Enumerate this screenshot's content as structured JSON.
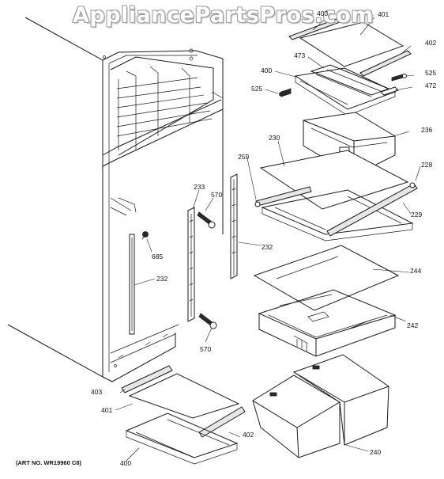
{
  "watermark": "AppliancePartsPros.com",
  "art_number": "(ART NO. WR19960 C8)",
  "callouts": {
    "c403_top": "403",
    "c401_top": "401",
    "c402_top": "402",
    "c525_right": "525",
    "c472": "472",
    "c400_top": "400",
    "c473": "473",
    "c525_left": "525",
    "c236": "236",
    "c230": "230",
    "c228": "228",
    "c259": "259",
    "c229": "229",
    "c233": "233",
    "c570_top": "570",
    "c232_right": "232",
    "c685": "685",
    "c232_left": "232",
    "c244": "244",
    "c242": "242",
    "c570_bottom": "570",
    "c403_bottom": "403",
    "c401_bottom": "401",
    "c402_bottom": "402",
    "c400_bottom": "400",
    "c240": "240"
  }
}
